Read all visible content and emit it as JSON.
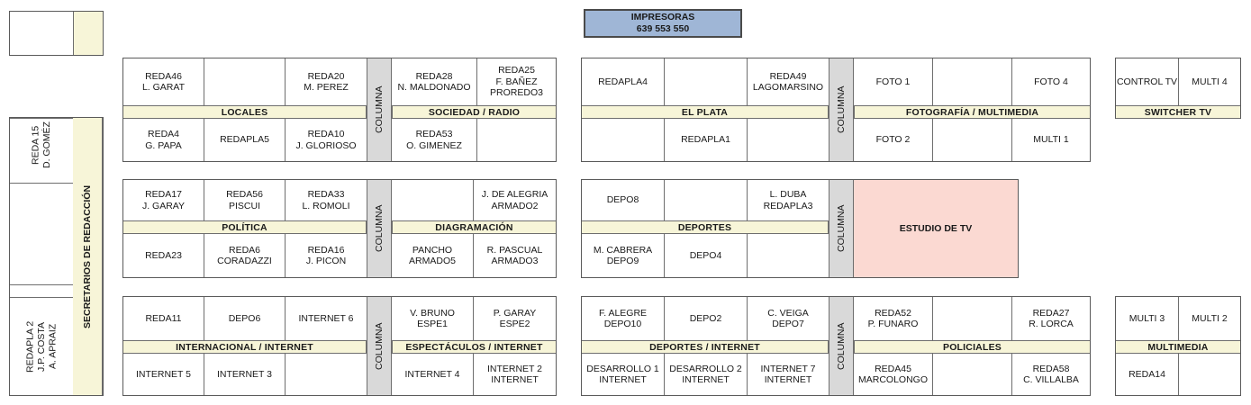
{
  "printers": {
    "title": "IMPRESORAS",
    "numbers": "639  553  550"
  },
  "studio": {
    "label": "ESTUDIO DE TV"
  },
  "column_label": "COLUMNA",
  "colors": {
    "band": "#f7f5d8",
    "column": "#d9d9d9",
    "printers": "#9fb6d6",
    "studio": "#fbd9d2",
    "border": "#6e6e6e"
  },
  "left_rail": {
    "label": "SECRETARIOS DE REDACCIÓN",
    "top_box": {
      "cell": "",
      "strip": ""
    },
    "cells": [
      "REDA 15\nD. GOMÉZ",
      "",
      "",
      "",
      "REDAPLA 2\nJ.P. COSTA\nA. APRAIZ"
    ]
  },
  "clusters": [
    {
      "name": "locales",
      "left_band": "LOCALES",
      "right_band": "SOCIEDAD / RADIO",
      "left_top": [
        "REDA46\nL. GARAT",
        "",
        "REDA20\nM. PEREZ"
      ],
      "left_bottom": [
        "REDA4\nG. PAPA",
        "REDAPLA5",
        "REDA10\nJ. GLORIOSO"
      ],
      "right_top": [
        "REDA28\nN. MALDONADO",
        "REDA25\nF. BAÑEZ\nPROREDO3"
      ],
      "right_bottom": [
        "REDA53\nO. GIMENEZ",
        ""
      ]
    },
    {
      "name": "el-plata",
      "left_band": "EL PLATA",
      "right_band": "FOTOGRAFÍA / MULTIMEDIA",
      "left_top": [
        "REDAPLA4",
        "",
        "REDA49\nLAGOMARSINO"
      ],
      "left_bottom": [
        "",
        "REDAPLA1",
        ""
      ],
      "right_top": [
        "FOTO 1",
        "",
        "FOTO 4"
      ],
      "right_bottom": [
        "FOTO 2",
        "",
        "MULTI 1"
      ]
    },
    {
      "name": "switcher-tv",
      "band": "SWITCHER TV",
      "top": [
        "CONTROL TV",
        "MULTI 4"
      ]
    },
    {
      "name": "politica",
      "left_band": "POLÍTICA",
      "right_band": "DIAGRAMACIÓN",
      "left_top": [
        "REDA17\nJ. GARAY",
        "REDA56\nPISCUI",
        "REDA33\nL. ROMOLI"
      ],
      "left_bottom": [
        "REDA23",
        "REDA6\nCORADAZZI",
        "REDA16\nJ. PICON"
      ],
      "right_top": [
        "",
        "J. DE ALEGRIA\nARMADO2"
      ],
      "right_bottom": [
        "PANCHO\nARMADO5",
        "R. PASCUAL\nARMADO3"
      ]
    },
    {
      "name": "deportes",
      "left_band": "DEPORTES",
      "left_top": [
        "DEPO8",
        "",
        "L. DUBA\nREDAPLA3"
      ],
      "left_bottom": [
        "M. CABRERA\nDEPO9",
        "DEPO4",
        ""
      ]
    },
    {
      "name": "internacional",
      "left_band": "INTERNACIONAL / INTERNET",
      "right_band": "ESPECTÁCULOS / INTERNET",
      "left_top": [
        "REDA11",
        "DEPO6",
        "INTERNET 6"
      ],
      "left_bottom": [
        "INTERNET 5",
        "INTERNET 3",
        ""
      ],
      "right_top": [
        "V. BRUNO\nESPE1",
        "P. GARAY\nESPE2"
      ],
      "right_bottom": [
        "INTERNET 4",
        "INTERNET 2\nINTERNET"
      ]
    },
    {
      "name": "deportes-internet",
      "left_band": "DEPORTES / INTERNET",
      "right_band": "POLICIALES",
      "left_top": [
        "F. ALEGRE\nDEPO10",
        "DEPO2",
        "C. VEIGA\nDEPO7"
      ],
      "left_bottom": [
        "DESARROLLO 1\nINTERNET",
        "DESARROLLO 2\nINTERNET",
        "INTERNET 7\nINTERNET"
      ],
      "right_top": [
        "REDA52\nP. FUNARO",
        "",
        "REDA27\nR. LORCA"
      ],
      "right_bottom": [
        "REDA45\nMARCOLONGO",
        "",
        "REDA58\nC. VILLALBA"
      ]
    },
    {
      "name": "multimedia",
      "band": "MULTIMEDIA",
      "top": [
        "MULTI 3",
        "MULTI 2"
      ],
      "bottom": [
        "REDA14",
        ""
      ]
    }
  ]
}
